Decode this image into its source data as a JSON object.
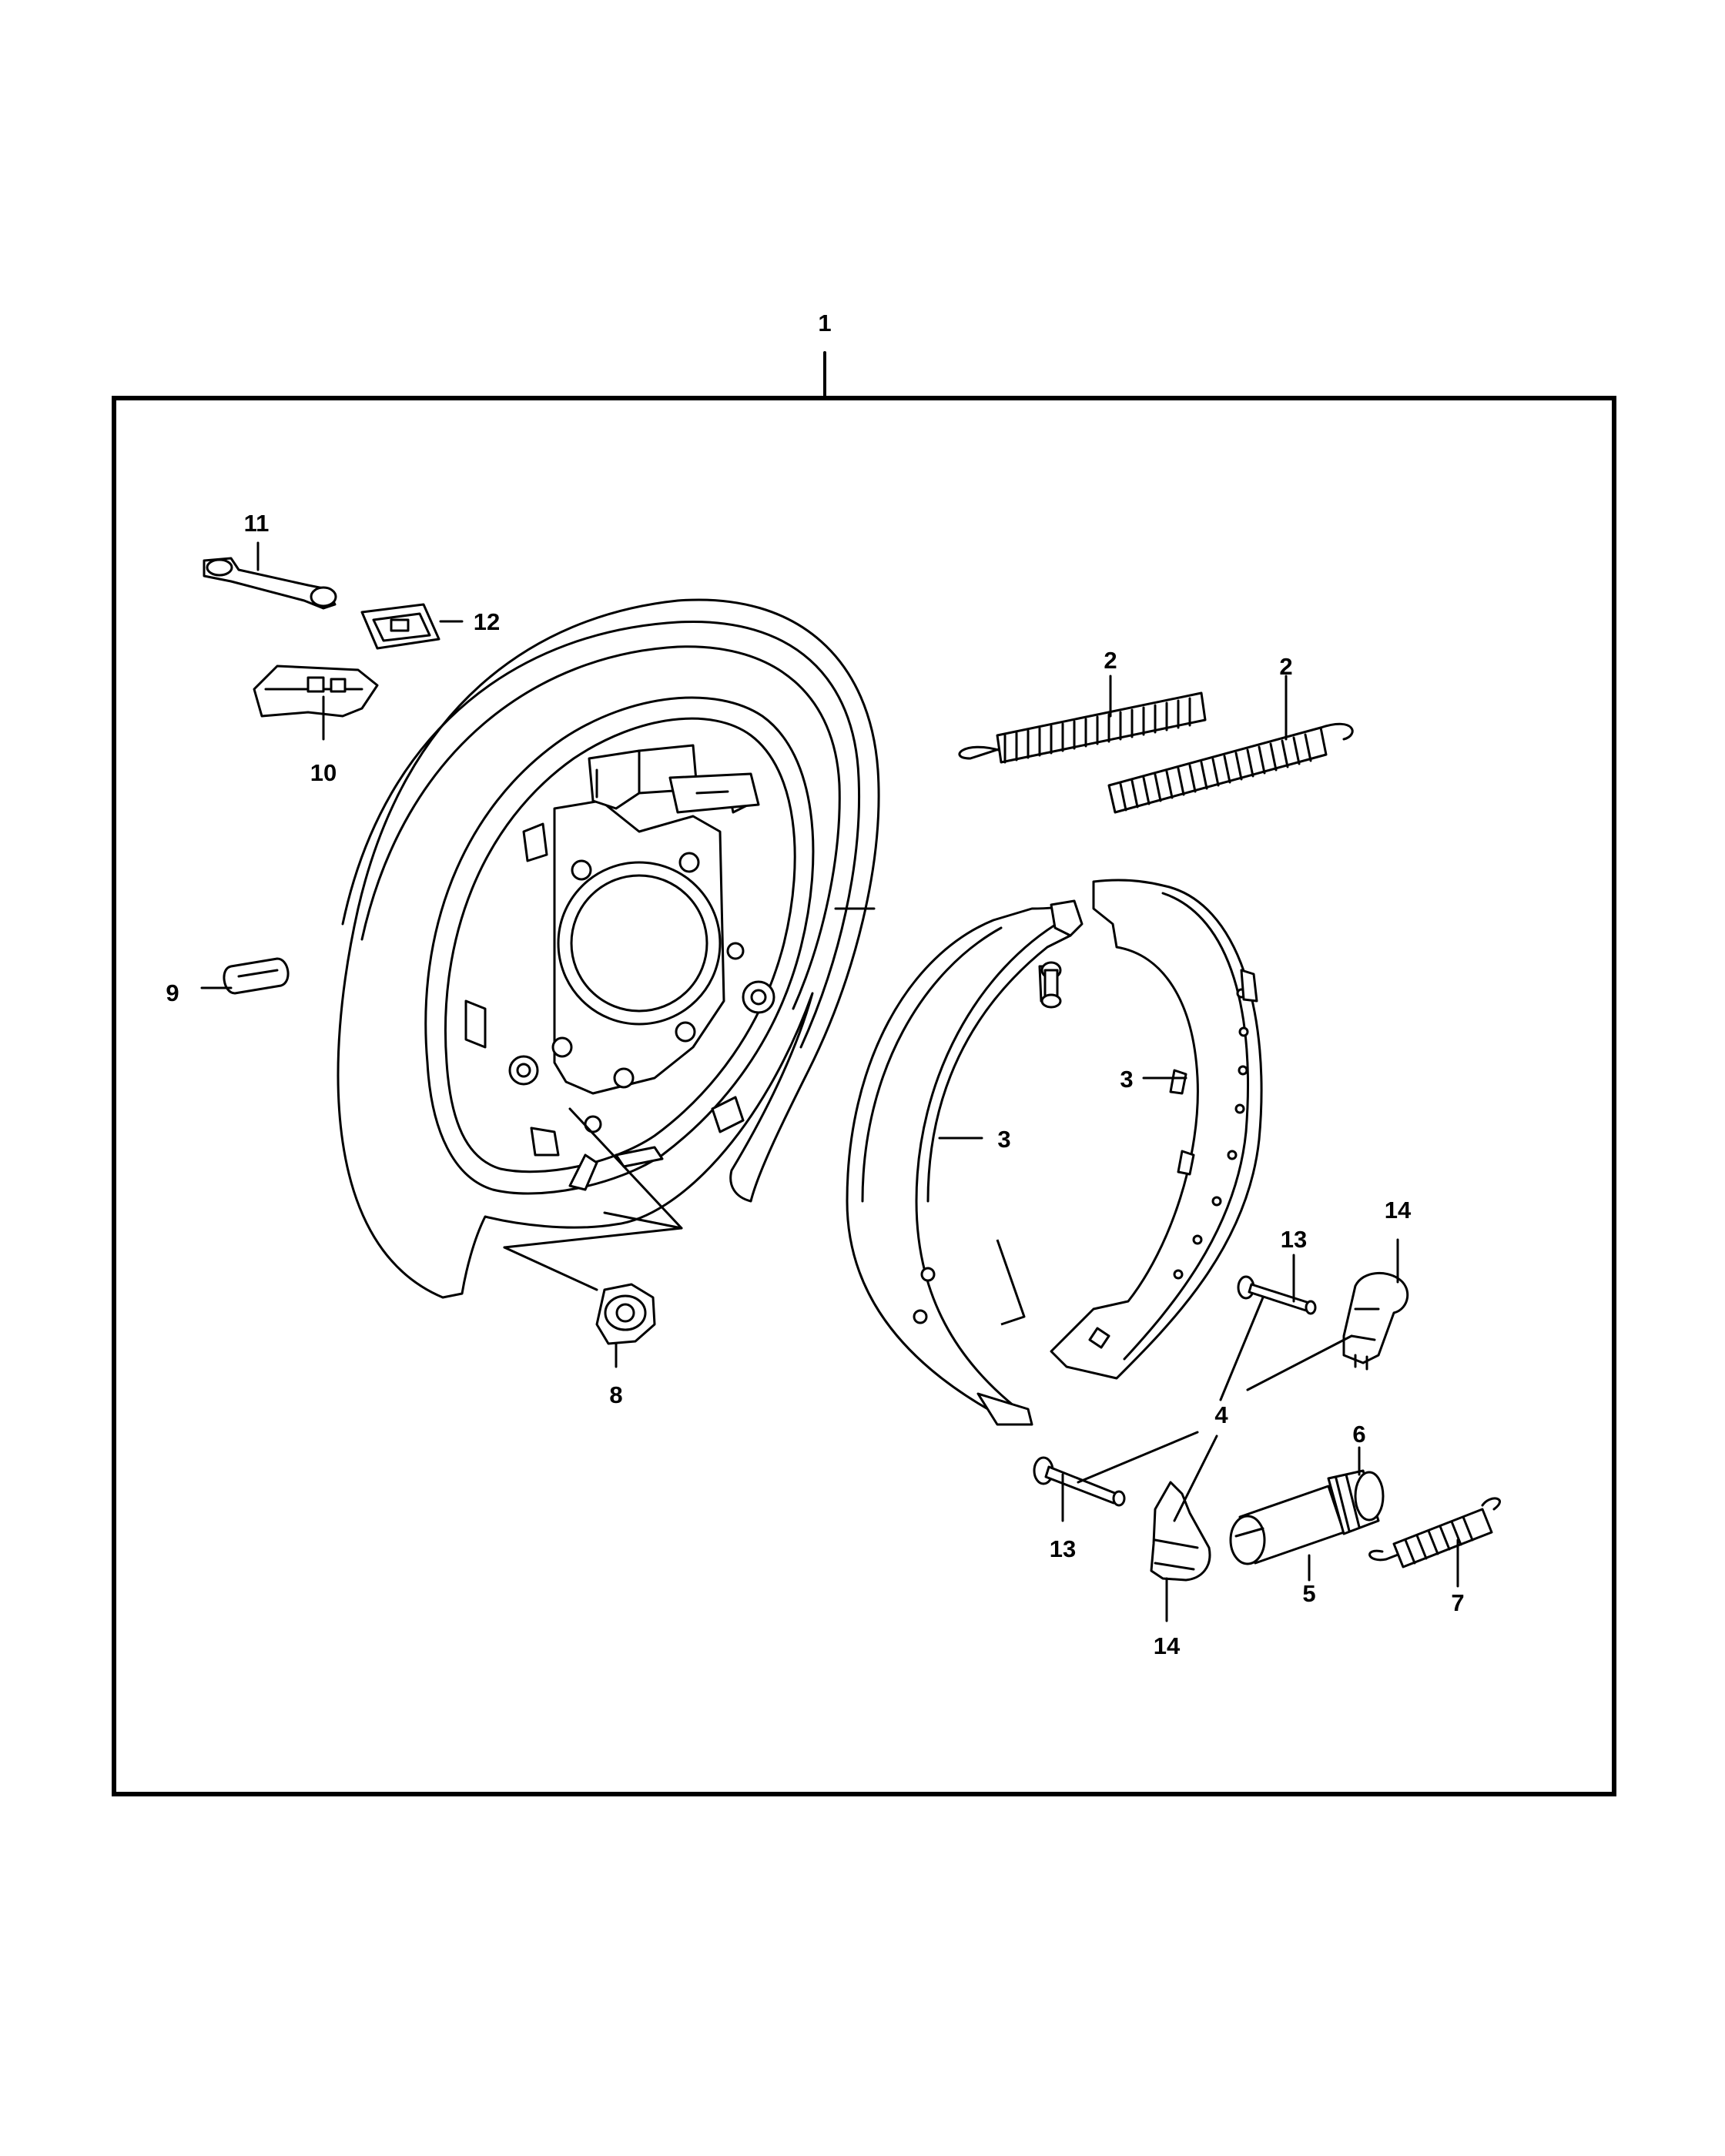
{
  "diagram": {
    "callouts": {
      "c1": "1",
      "c2a": "2",
      "c2b": "2",
      "c3a": "3",
      "c3b": "3",
      "c4": "4",
      "c5": "5",
      "c6": "6",
      "c7": "7",
      "c8": "8",
      "c9": "9",
      "c10": "10",
      "c11": "11",
      "c12": "12",
      "c13a": "13",
      "c13b": "13",
      "c14a": "14",
      "c14b": "14"
    }
  }
}
